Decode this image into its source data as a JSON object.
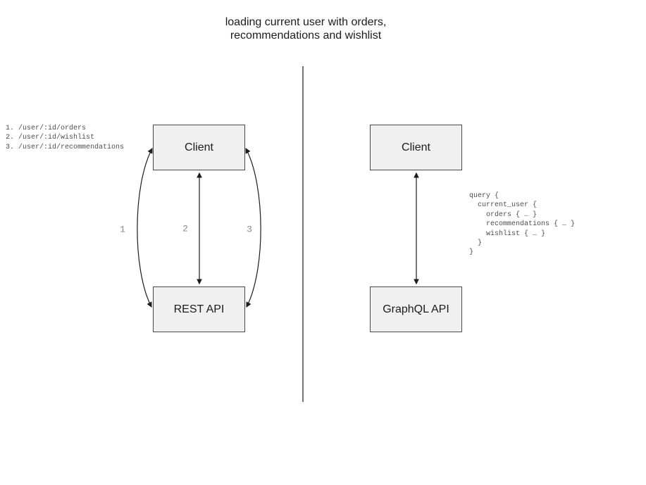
{
  "title": {
    "line1": "loading current user with orders,",
    "line2": "recommendations and wishlist"
  },
  "rest_panel": {
    "client_label": "Client",
    "api_label": "REST API",
    "endpoints": [
      "1. /user/:id/orders",
      "2. /user/:id/wishlist",
      "3. /user/:id/recommendations"
    ],
    "arrow_labels": [
      "1",
      "2",
      "3"
    ]
  },
  "graphql_panel": {
    "client_label": "Client",
    "api_label": "GraphQL API",
    "query_lines": [
      "query {",
      "  current_user {",
      "    orders { … }",
      "    recommendations { … }",
      "    wishlist { … }",
      "  }",
      "}"
    ]
  },
  "colors": {
    "box_fill": "#f0f0f0",
    "box_border": "#4a4a4a",
    "arrow": "#1c1c1c",
    "arrow_label_gray": "#8a8a8a",
    "code_gray": "#4d4d4d",
    "divider_gray": "#767676"
  }
}
